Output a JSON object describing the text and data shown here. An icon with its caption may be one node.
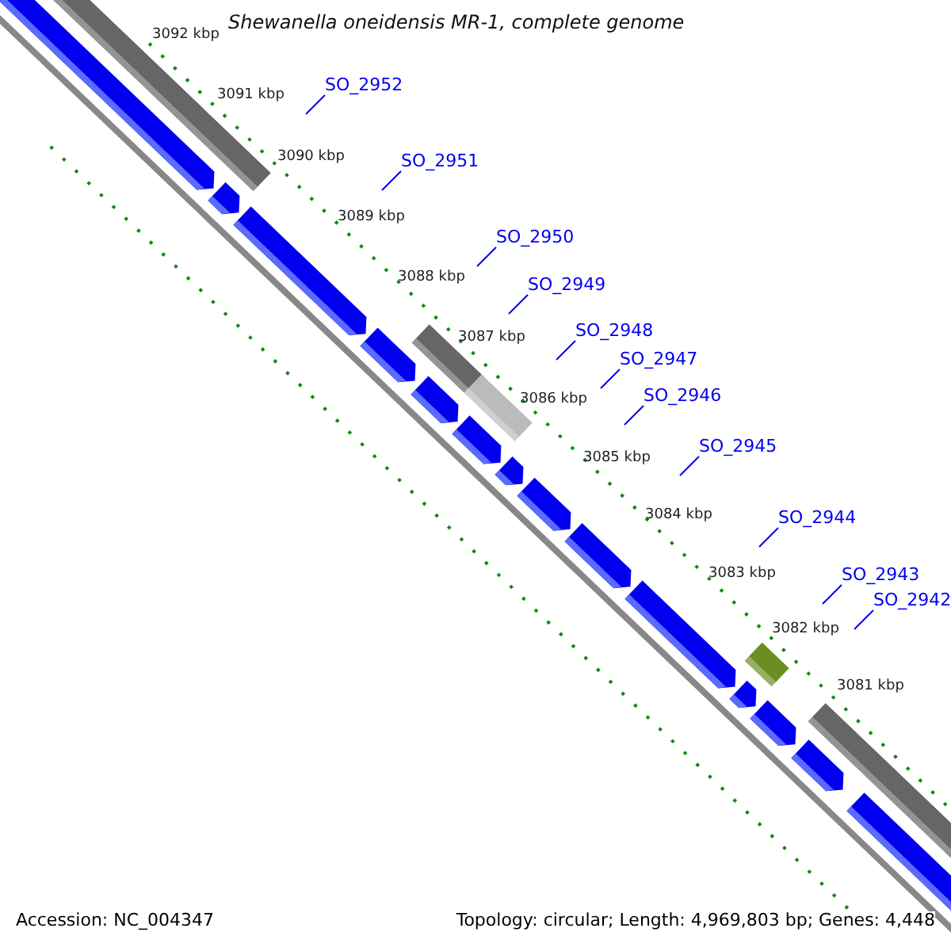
{
  "diagram": {
    "title": "Shewanella oneidensis MR-1, complete genome",
    "nodes": [
      {
        "text": [
          "SO_2952"
        ]
      },
      {
        "text": [
          "SO_2951"
        ]
      },
      {
        "text": [
          "SO_2950"
        ]
      },
      {
        "text": [
          "SO_2949"
        ]
      },
      {
        "text": [
          "SO_2948"
        ]
      },
      {
        "text": [
          "SO_2947"
        ]
      },
      {
        "text": [
          "SO_2946"
        ]
      },
      {
        "text": [
          "SO_2945"
        ]
      },
      {
        "text": [
          "SO_2944"
        ]
      },
      {
        "text": [
          "SO_2943"
        ]
      },
      {
        "text": [
          "SO_2942"
        ]
      }
    ],
    "edges": [
      {
        "from": 0,
        "to": null,
        "arrow": "none"
      },
      {
        "from": 1,
        "to": null,
        "arrow": "none"
      },
      {
        "from": 2,
        "to": null,
        "arrow": "none"
      },
      {
        "from": 3,
        "to": null,
        "arrow": "none"
      },
      {
        "from": 4,
        "to": null,
        "arrow": "none"
      },
      {
        "from": 5,
        "to": null,
        "arrow": "none"
      },
      {
        "from": 6,
        "to": null,
        "arrow": "none"
      },
      {
        "from": 7,
        "to": null,
        "arrow": "none"
      },
      {
        "from": 8,
        "to": null,
        "arrow": "none"
      },
      {
        "from": 9,
        "to": null,
        "arrow": "none"
      },
      {
        "from": 10,
        "to": null,
        "arrow": "none"
      }
    ],
    "labels": [
      "3092 kbp",
      "3091 kbp",
      "3090 kbp",
      "3089 kbp",
      "3088 kbp",
      "3087 kbp",
      "3086 kbp",
      "3085 kbp",
      "3084 kbp",
      "3083 kbp",
      "3082 kbp",
      "3081 kbp",
      "Accession: NC_004347",
      "Topology: circular; Length: 4,969,803 bp; Genes: 4,448"
    ]
  }
}
